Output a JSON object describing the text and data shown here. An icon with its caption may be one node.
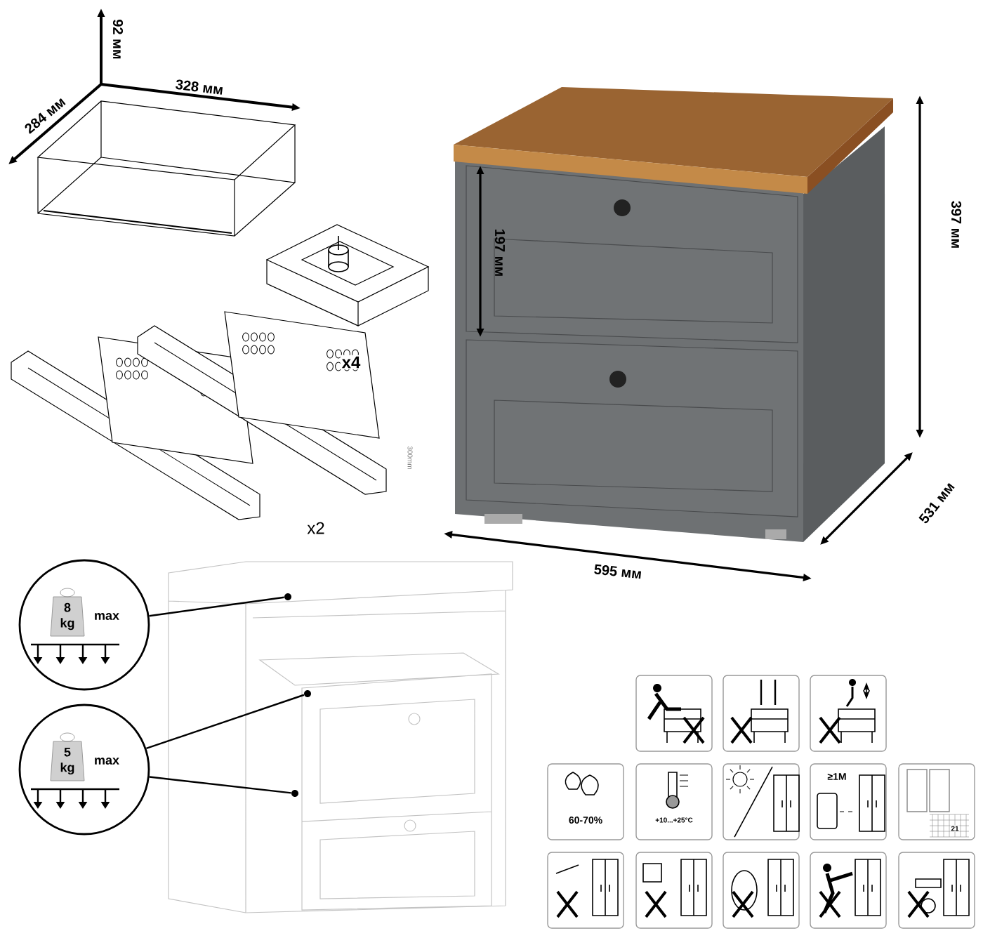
{
  "diagram": {
    "nodes": [
      {
        "text": [
          "8 kg",
          "max"
        ]
      },
      {
        "text": [
          "5 kg",
          "max"
        ]
      },
      {
        "text": [],
        "shape": "circle"
      },
      {
        "text": [],
        "shape": "circle"
      },
      {
        "text": [],
        "shape": "circle"
      }
    ],
    "edges": [
      {
        "from": 0,
        "to": 2,
        "arrow": "none"
      },
      {
        "from": 1,
        "to": 3,
        "arrow": "none"
      },
      {
        "from": 1,
        "to": 4,
        "arrow": "none"
      }
    ],
    "labels": [
      "92 мм",
      "328 мм",
      "284 мм",
      "397 мм",
      "197 мм",
      "x4",
      "300mm",
      "x2",
      "531 мм",
      "595 мм",
      "60-70%",
      "+10...+25°C",
      "≥1M",
      "21"
    ]
  }
}
